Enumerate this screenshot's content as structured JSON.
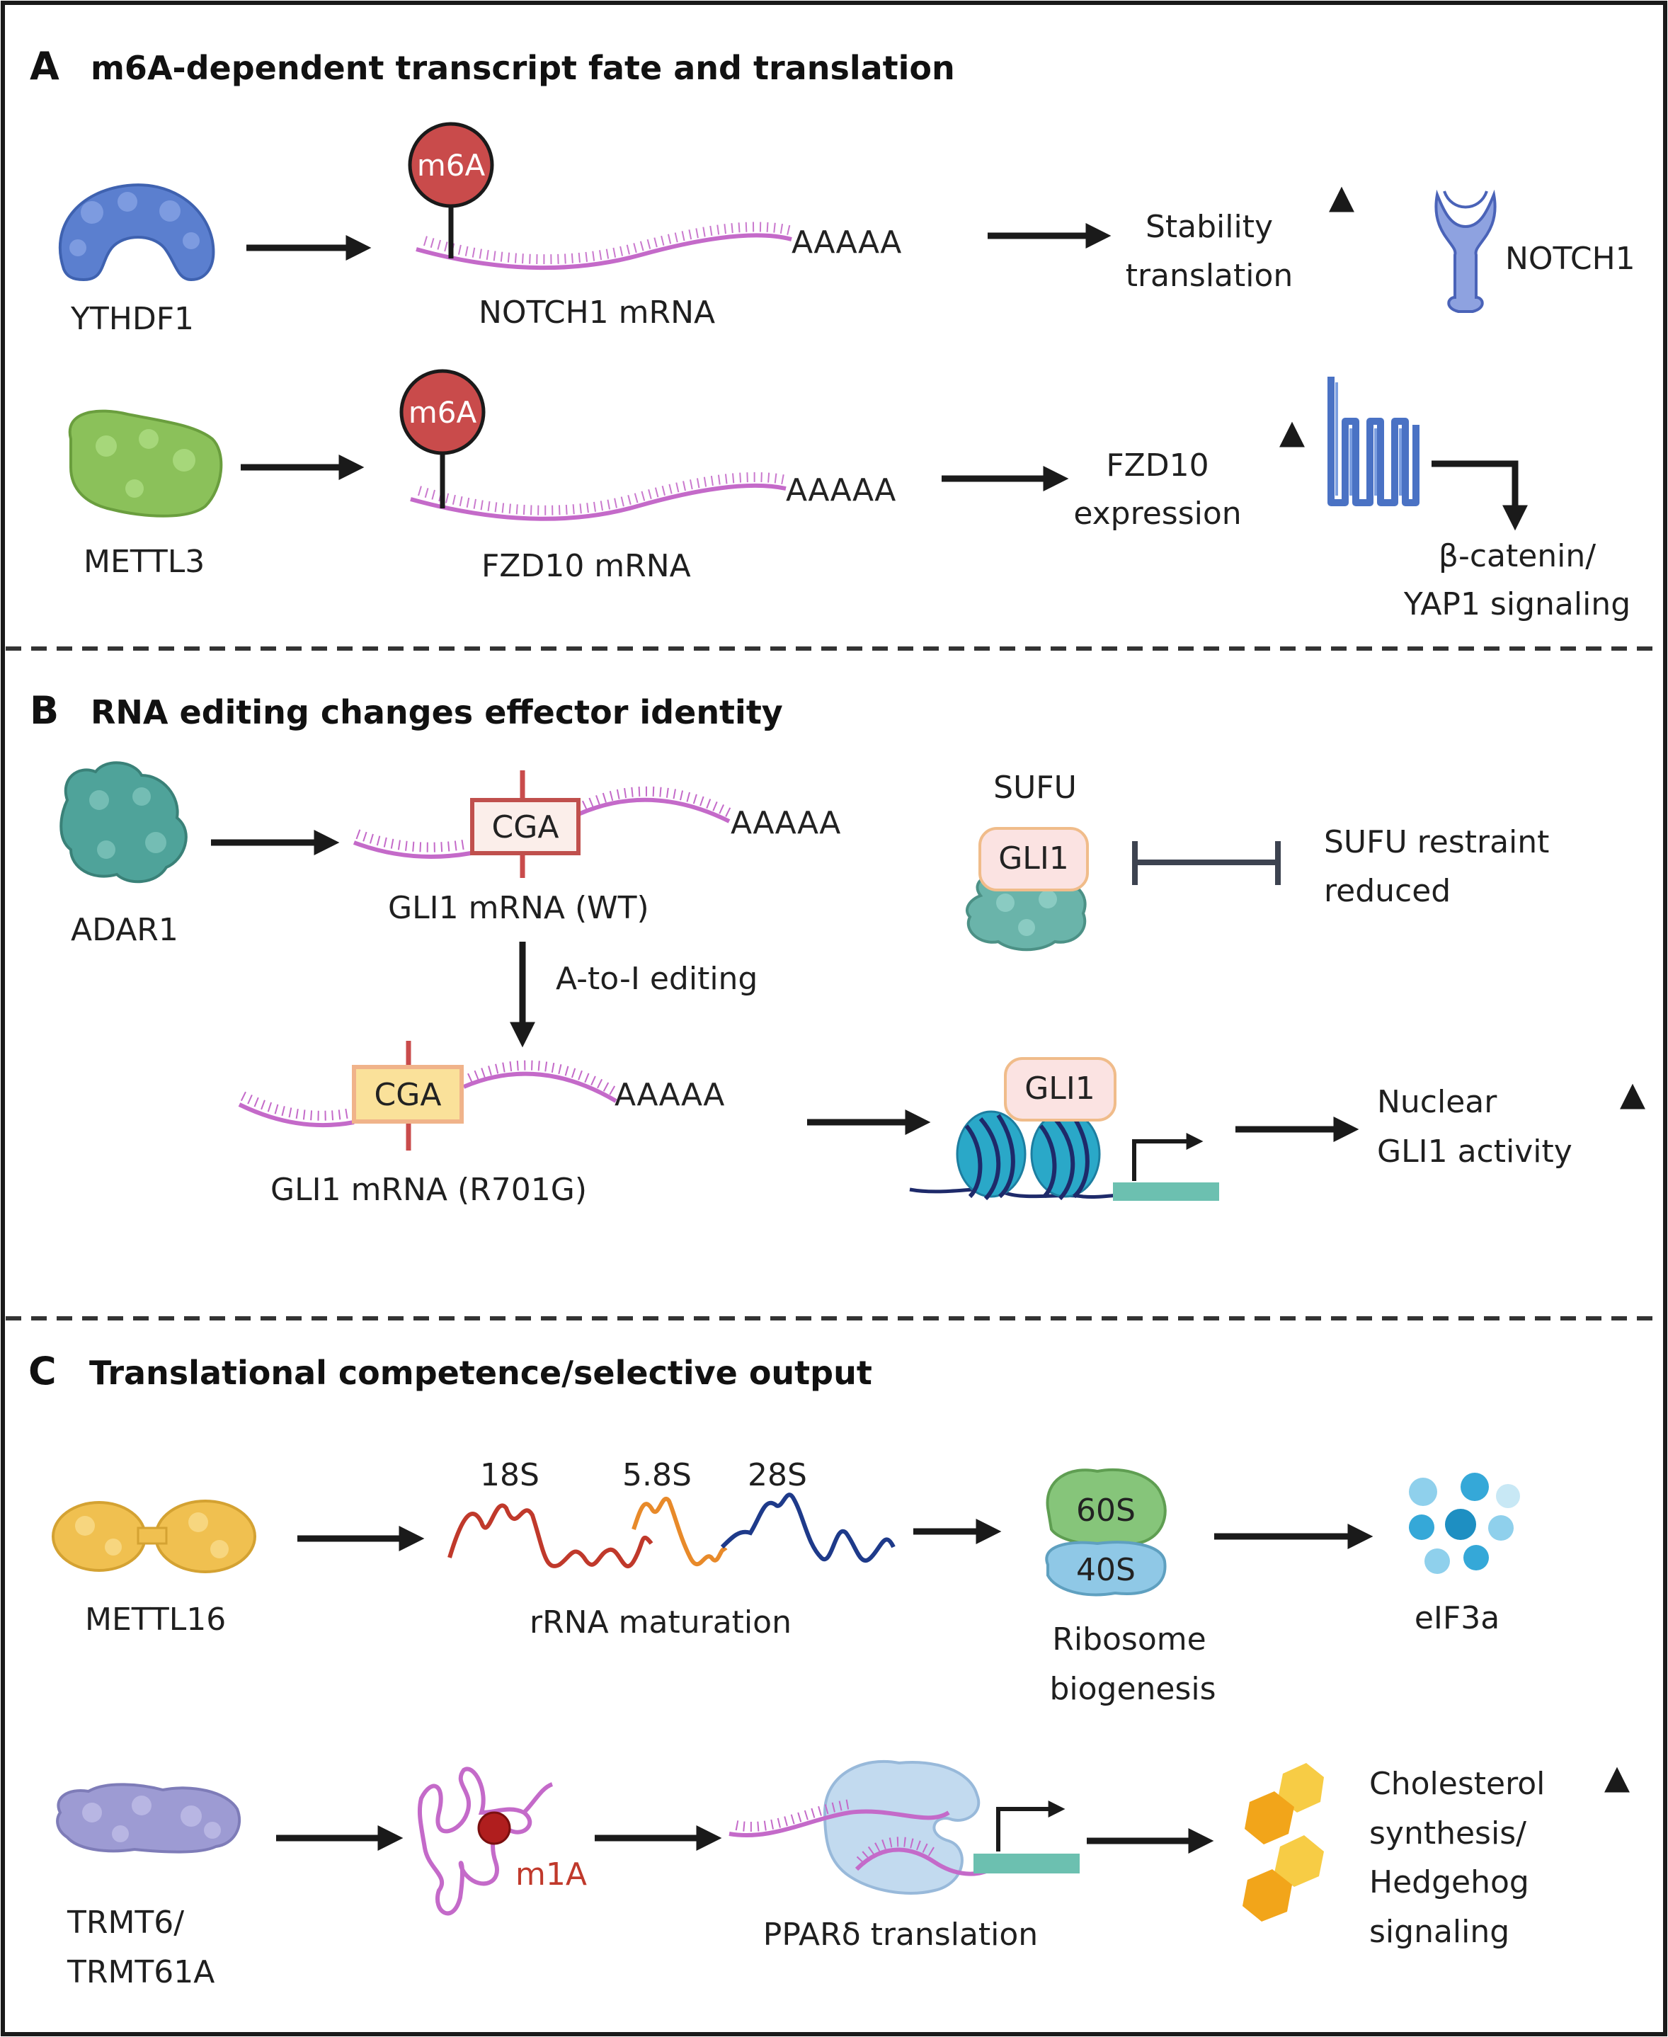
{
  "panel_a": {
    "letter": "A",
    "title": "m6A-dependent transcript fate and translation",
    "row1": {
      "protein": "YTHDF1",
      "mark": "m6A",
      "polya": "AAAAA",
      "mrna": "NOTCH1 mRNA",
      "outcome_line1": "Stability",
      "outcome_line2": "translation",
      "target": "NOTCH1"
    },
    "row2": {
      "protein": "METTL3",
      "mark": "m6A",
      "polya": "AAAAA",
      "mrna": "FZD10 mRNA",
      "outcome_line1": "FZD10",
      "outcome_line2": "expression",
      "signal_line1": "β-catenin/",
      "signal_line2": "YAP1 signaling"
    }
  },
  "panel_b": {
    "letter": "B",
    "title": "RNA editing changes effector identity",
    "enzyme": "ADAR1",
    "codon_wt": "CGA",
    "polya_wt": "AAAAA",
    "mrna_wt": "GLI1 mRNA (WT)",
    "editing": "A-to-I editing",
    "codon_edit": "CGA",
    "polya_edit": "AAAAA",
    "mrna_edit": "GLI1 mRNA (R701G)",
    "sufu": "SUFU",
    "gli1_complex": "GLI1",
    "restraint_line1": "SUFU restraint",
    "restraint_line2": "reduced",
    "gli1_nuclear": "GLI1",
    "nuclear_line1": "Nuclear",
    "nuclear_line2": "GLI1 activity"
  },
  "panel_c": {
    "letter": "C",
    "title": "Translational competence/selective output",
    "row1": {
      "enzyme": "METTL16",
      "rrna_18s": "18S",
      "rrna_58s": "5.8S",
      "rrna_28s": "28S",
      "rrna_label": "rRNA maturation",
      "sub_60s": "60S",
      "sub_40s": "40S",
      "ribo_line1": "Ribosome",
      "ribo_line2": "biogenesis",
      "output": "eIF3a"
    },
    "row2": {
      "enzyme_line1": "TRMT6/",
      "enzyme_line2": "TRMT61A",
      "mark": "m1A",
      "translation": "PPARδ translation",
      "out_line1": "Cholesterol",
      "out_line2": "synthesis/",
      "out_line3": "Hedgehog",
      "out_line4": "signaling"
    }
  },
  "colors": {
    "mrna": "#c46ac9",
    "m6a": "#c94b4b",
    "arrow": "#1a1a1a",
    "ythdf1": "#5b7fcf",
    "mettl3": "#8bc15a",
    "adar1": "#4fa39a",
    "mettl16": "#f0c050",
    "trmt": "#9d9bd3",
    "receptor": "#4a72c4",
    "nucleosome": "#2aa8c8",
    "promoter": "#6cc0b0",
    "rrna_18s": "#c0392b",
    "rrna_58s": "#e88a2a",
    "rrna_28s": "#1e3a8a",
    "sub_60s": "#86c57a",
    "sub_40s": "#8fc8e6",
    "eif3a": "#35a8d8",
    "hex": "#f2a51a"
  }
}
